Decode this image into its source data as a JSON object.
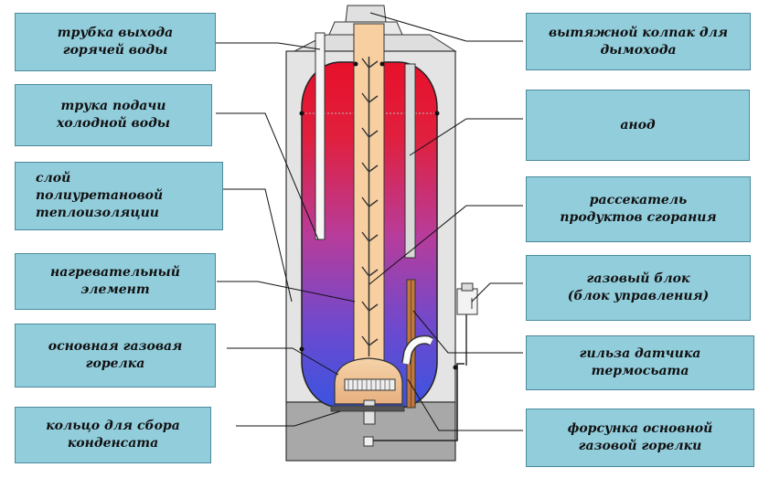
{
  "labels": {
    "hot_water_outlet": "трубка выхода\nгорячей воды",
    "cold_water_inlet": "трука подачи\nхолодной воды",
    "insulation": "слой\nполиуретановой\nтеплоизоляции",
    "heating_element": "нагревательный\nэлемент",
    "main_burner": "основная газовая\nгорелка",
    "condensate_ring": "кольцо для сбора\nконденсата",
    "exhaust_hood": "вытяжной колпак для\nдымохода",
    "anode": "анод",
    "flue_divider": "рассекатель\nпродуктов сгорания",
    "gas_block": "газовый блок\n(блок управления)",
    "sensor_sleeve": "гильза датчика\nтермосьата",
    "burner_nozzle": "форсунка основной\nгазовой горелки"
  },
  "colors": {
    "box_fill": "#92cddc",
    "hot": "#e8102a",
    "cold": "#3a54e0",
    "casing": "#e4e4e4",
    "flue": "#f7cfa0",
    "base": "#a8a8a8"
  }
}
